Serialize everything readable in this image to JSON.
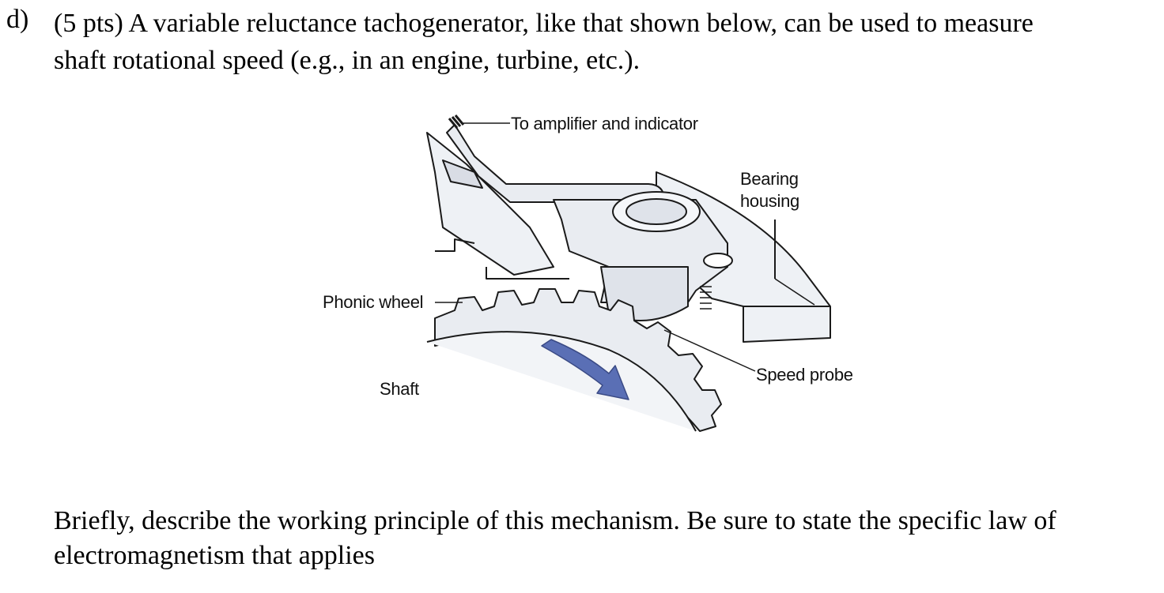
{
  "question": {
    "label": "d)",
    "line1": "(5 pts) A variable reluctance tachogenerator, like that shown below, can be used to measure",
    "line2": "shaft rotational speed (e.g., in an engine, turbine, etc.)."
  },
  "figure": {
    "labels": {
      "amplifier": "To amplifier and indicator",
      "bearing_line1": "Bearing",
      "bearing_line2": "housing",
      "phonic_wheel": "Phonic wheel",
      "shaft": "Shaft",
      "speed_probe": "Speed probe"
    },
    "colors": {
      "arrow": "#5a6fb5",
      "metal": "#e9ecf1",
      "outline": "#1a1a1a"
    }
  },
  "prompt": {
    "line1": "Briefly, describe the working principle of this mechanism. Be sure to state the specific law of",
    "line2": "electromagnetism that applies"
  }
}
